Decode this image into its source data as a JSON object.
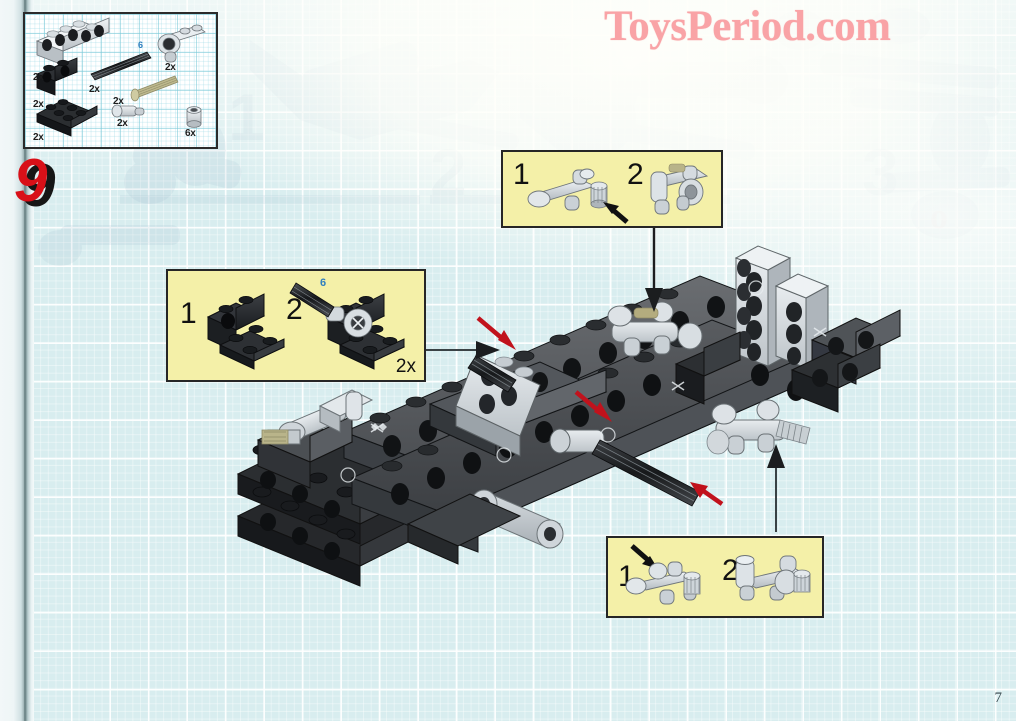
{
  "page": {
    "page_number": "7",
    "step_number": "9",
    "background_color": "#d8edef",
    "grid_line_color": "#ffffff",
    "callout_fill": "#f4f0a8",
    "callout_border": "#262626",
    "step_number_color": "#d81018",
    "step_number_shadow_color": "#161616",
    "arrow_highlight_color": "#c1121c",
    "length_label_color": "#2f7fbf"
  },
  "watermark": {
    "text": "ToysPeriod.com",
    "color": "#f9a3a6"
  },
  "inventory": {
    "title": "",
    "parts": [
      {
        "name": "technic-brick-1x6-light-gray",
        "qty": "2x",
        "length": ""
      },
      {
        "name": "technic-brick-1x2-black",
        "qty": "2x",
        "length": ""
      },
      {
        "name": "plate-2x4-black",
        "qty": "2x",
        "length": ""
      },
      {
        "name": "technic-axle-6-black",
        "qty": "2x",
        "length": "6"
      },
      {
        "name": "technic-steering-knuckle-light-gray",
        "qty": "2x",
        "length": ""
      },
      {
        "name": "technic-axle-tan",
        "qty": "2x",
        "length": ""
      },
      {
        "name": "technic-bush-gray",
        "qty": "6x",
        "length": ""
      },
      {
        "name": "technic-pin-connector-light-gray",
        "qty": "2x",
        "length": ""
      }
    ]
  },
  "callouts": [
    {
      "id": "callout-top",
      "sub_steps": [
        "1",
        "2"
      ],
      "multiplier": "",
      "length_label": "",
      "arrow": "black-arrow-pointing-up-right-at-bush"
    },
    {
      "id": "callout-left",
      "sub_steps": [
        "1",
        "2"
      ],
      "multiplier": "2x",
      "length_label": "6",
      "arrow": ""
    },
    {
      "id": "callout-bottom",
      "sub_steps": [
        "1",
        "2"
      ],
      "multiplier": "",
      "length_label": "",
      "arrow": "black-arrow-pointing-down-right-at-bush"
    }
  ],
  "assembly": {
    "name": "lego-technic-chassis-frame",
    "red_insertion_arrows": 3,
    "black_leader_arrows": 3
  }
}
